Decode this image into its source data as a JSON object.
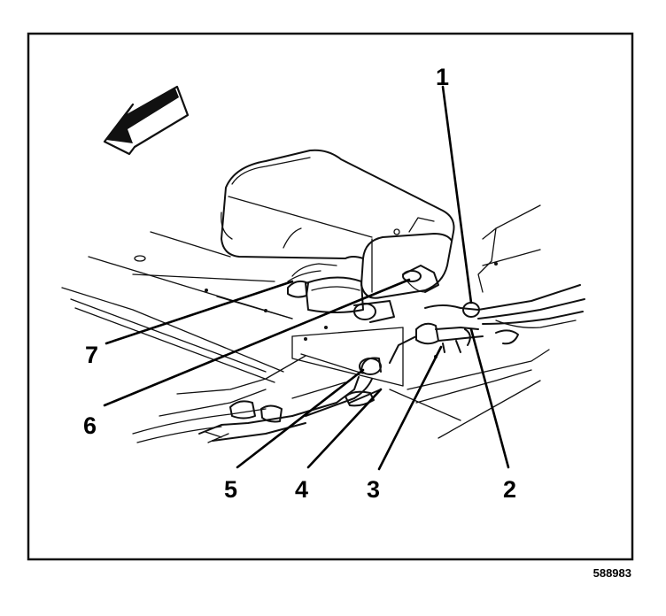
{
  "figure_number": "588983",
  "callouts": [
    {
      "id": "1",
      "label": "1"
    },
    {
      "id": "2",
      "label": "2"
    },
    {
      "id": "3",
      "label": "3"
    },
    {
      "id": "4",
      "label": "4"
    },
    {
      "id": "5",
      "label": "5"
    },
    {
      "id": "6",
      "label": "6"
    },
    {
      "id": "7",
      "label": "7"
    }
  ],
  "icons": {
    "direction_arrow": "forward-arrow-icon",
    "canister": "evap-canister-icon"
  }
}
